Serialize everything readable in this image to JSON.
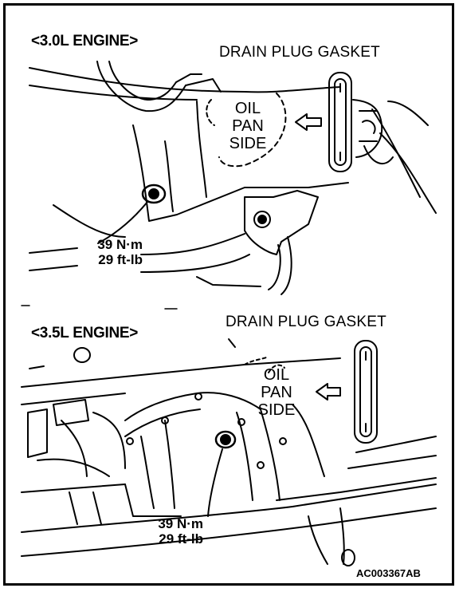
{
  "top_panel": {
    "engine_label": "<3.0L ENGINE>",
    "gasket_label": "DRAIN PLUG GASKET",
    "side_label": [
      "OIL",
      "PAN",
      "SIDE"
    ],
    "torque": [
      "39 N·m",
      "29 ft-lb"
    ]
  },
  "bottom_panel": {
    "engine_label": "<3.5L ENGINE>",
    "gasket_label": "DRAIN PLUG GASKET",
    "side_label": [
      "OIL",
      "PAN",
      "SIDE"
    ],
    "torque": [
      "39 N·m",
      "29 ft-lb"
    ]
  },
  "figure_code": "AC003367AB",
  "colors": {
    "line": "#000000",
    "background": "#ffffff"
  }
}
